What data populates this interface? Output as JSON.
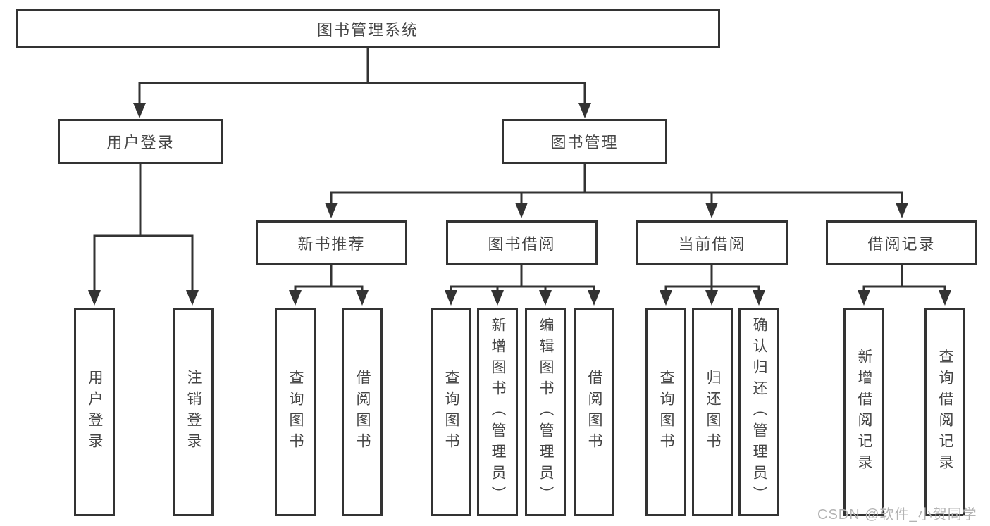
{
  "colors": {
    "line": "#333333",
    "box_border": "#333333",
    "box_background": "#ffffff",
    "text": "#454545",
    "watermark_text": "#b3b3b3"
  },
  "tree": {
    "root": "图书管理系统",
    "user_login": {
      "label": "用户登录",
      "children": [
        "用户登录",
        "注销登录"
      ]
    },
    "book_management": {
      "label": "图书管理",
      "sections": [
        {
          "label": "新书推荐",
          "children": [
            "查询图书",
            "借阅图书"
          ]
        },
        {
          "label": "图书借阅",
          "children": [
            "查询图书",
            "新增图书（管理员）",
            "编辑图书（管理员）",
            "借阅图书"
          ]
        },
        {
          "label": "当前借阅",
          "children": [
            "查询图书",
            "归还图书",
            "确认归还（管理员）"
          ]
        },
        {
          "label": "借阅记录",
          "children": [
            "新增借阅记录",
            "查询借阅记录"
          ]
        }
      ]
    }
  },
  "watermark": "CSDN @软件_小贺同学"
}
